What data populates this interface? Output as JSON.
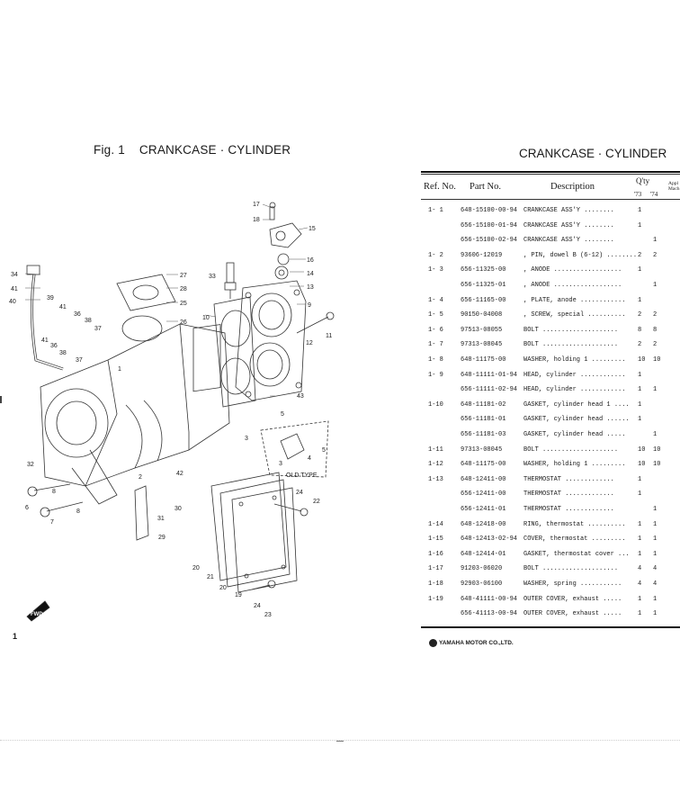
{
  "left_page": {
    "fig_no": "Fig. 1",
    "fig_title": "CRANKCASE · CYLINDER",
    "page_number": "1",
    "callouts": [
      "17",
      "18",
      "15",
      "16",
      "14",
      "13",
      "9",
      "34",
      "27",
      "28",
      "25",
      "26",
      "33",
      "41",
      "40",
      "39",
      "41",
      "36",
      "38",
      "37",
      "41",
      "36",
      "38",
      "37",
      "10",
      "11",
      "12",
      "43",
      "5",
      "3",
      "4",
      "5",
      "3",
      "OLD TYPE",
      "32",
      "1",
      "2",
      "42",
      "6",
      "8",
      "7",
      "8",
      "30",
      "31",
      "29",
      "24",
      "22",
      "20",
      "21",
      "20",
      "19",
      "24",
      "23"
    ],
    "fwd_label": "FWD"
  },
  "right_page": {
    "title": "CRANKCASE · CYLINDER",
    "headers": {
      "ref_no": "Ref. No.",
      "part_no": "Part No.",
      "description": "Description",
      "qty": "Q'ty",
      "qty_73": "'73",
      "qty_74": "'74",
      "appl": "Appl",
      "mach": "Mach"
    },
    "rows": [
      {
        "ref": "1- 1",
        "part": "648-15100-00-94",
        "desc": "CRANKCASE ASS'Y ........",
        "q73": "1",
        "q74": ""
      },
      {
        "ref": "",
        "part": "656-15100-01-94",
        "desc": "CRANKCASE ASS'Y ........",
        "q73": "1",
        "q74": ""
      },
      {
        "ref": "",
        "part": "656-15100-02-94",
        "desc": "CRANKCASE ASS'Y ........",
        "q73": "",
        "q74": "1"
      },
      {
        "ref": "1- 2",
        "part": "93606-12019",
        "desc": ", PIN, dowel B (6-12) ........",
        "q73": "2",
        "q74": "2"
      },
      {
        "ref": "1- 3",
        "part": "656-11325-00",
        "desc": ", ANODE ..................",
        "q73": "1",
        "q74": ""
      },
      {
        "ref": "",
        "part": "656-11325-01",
        "desc": ", ANODE ..................",
        "q73": "",
        "q74": "1"
      },
      {
        "ref": "1- 4",
        "part": "656-11165-00",
        "desc": ", PLATE, anode ............",
        "q73": "1",
        "q74": ""
      },
      {
        "ref": "1- 5",
        "part": "90150-04008",
        "desc": ", SCREW, special ..........",
        "q73": "2",
        "q74": "2"
      },
      {
        "ref": "1- 6",
        "part": "97513-08055",
        "desc": "BOLT ....................",
        "q73": "8",
        "q74": "8"
      },
      {
        "ref": "1- 7",
        "part": "97313-08045",
        "desc": "BOLT ....................",
        "q73": "2",
        "q74": "2"
      },
      {
        "ref": "1- 8",
        "part": "648-11175-00",
        "desc": "WASHER, holding 1 .........",
        "q73": "10",
        "q74": "10"
      },
      {
        "ref": "1- 9",
        "part": "648-11111-01-94",
        "desc": "HEAD, cylinder ............",
        "q73": "1",
        "q74": ""
      },
      {
        "ref": "",
        "part": "656-11111-02-94",
        "desc": "HEAD, cylinder ............",
        "q73": "1",
        "q74": "1"
      },
      {
        "ref": "1-10",
        "part": "648-11181-02",
        "desc": "GASKET, cylinder head 1 ....",
        "q73": "1",
        "q74": ""
      },
      {
        "ref": "",
        "part": "656-11181-01",
        "desc": "GASKET, cylinder head ......",
        "q73": "1",
        "q74": ""
      },
      {
        "ref": "",
        "part": "656-11181-03",
        "desc": "GASKET, cylinder head .....",
        "q73": "",
        "q74": "1"
      },
      {
        "ref": "1-11",
        "part": "97313-08045",
        "desc": "BOLT ....................",
        "q73": "10",
        "q74": "10"
      },
      {
        "ref": "1-12",
        "part": "648-11175-00",
        "desc": "WASHER, holding 1 .........",
        "q73": "10",
        "q74": "10"
      },
      {
        "ref": "1-13",
        "part": "648-12411-00",
        "desc": "THERMOSTAT .............",
        "q73": "1",
        "q74": ""
      },
      {
        "ref": "",
        "part": "656-12411-00",
        "desc": "THERMOSTAT .............",
        "q73": "1",
        "q74": ""
      },
      {
        "ref": "",
        "part": "656-12411-01",
        "desc": "THERMOSTAT .............",
        "q73": "",
        "q74": "1"
      },
      {
        "ref": "1-14",
        "part": "648-12418-00",
        "desc": "RING, thermostat ..........",
        "q73": "1",
        "q74": "1"
      },
      {
        "ref": "1-15",
        "part": "648-12413-02-94",
        "desc": "COVER, thermostat .........",
        "q73": "1",
        "q74": "1"
      },
      {
        "ref": "1-16",
        "part": "648-12414-01",
        "desc": "GASKET, thermostat cover ...",
        "q73": "1",
        "q74": "1"
      },
      {
        "ref": "1-17",
        "part": "91203-06020",
        "desc": "BOLT ....................",
        "q73": "4",
        "q74": "4"
      },
      {
        "ref": "1-18",
        "part": "92903-06100",
        "desc": "WASHER, spring ...........",
        "q73": "4",
        "q74": "4"
      },
      {
        "ref": "1-19",
        "part": "648-41111-00-94",
        "desc": "OUTER COVER, exhaust .....",
        "q73": "1",
        "q74": "1"
      },
      {
        "ref": "",
        "part": "656-41113-00-94",
        "desc": "OUTER COVER, exhaust .....",
        "q73": "1",
        "q74": "1"
      }
    ],
    "footer": "YAMAHA MOTOR CO.,LTD."
  }
}
